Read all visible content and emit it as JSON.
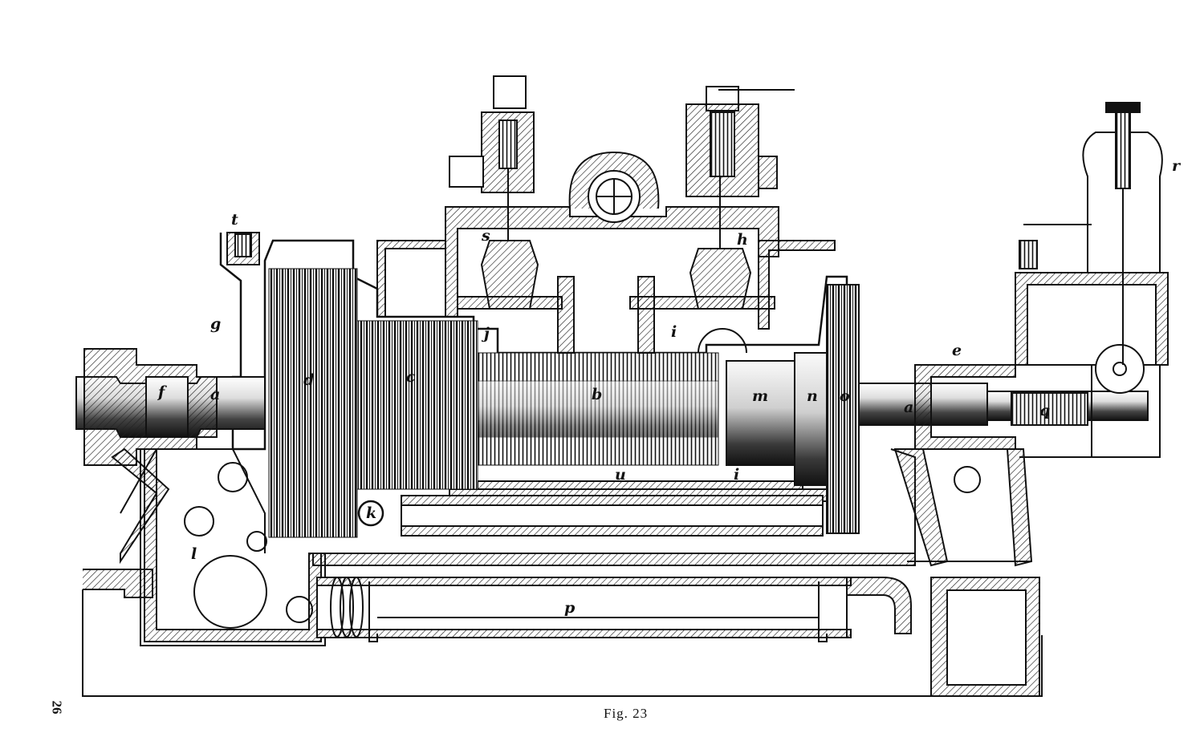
{
  "caption": "Fig. 23",
  "page_number": "26",
  "labels": {
    "t": "t",
    "s": "s",
    "h": "h",
    "r": "r",
    "g": "g",
    "j": "j",
    "i_top": "i",
    "f": "f",
    "a_left": "a",
    "d": "d",
    "c": "c",
    "b": "b",
    "m": "m",
    "n": "n",
    "o": "o",
    "a_right": "a",
    "e": "e",
    "q": "q",
    "u": "u",
    "i_bottom": "i",
    "k": "k",
    "l": "l",
    "p": "p"
  }
}
